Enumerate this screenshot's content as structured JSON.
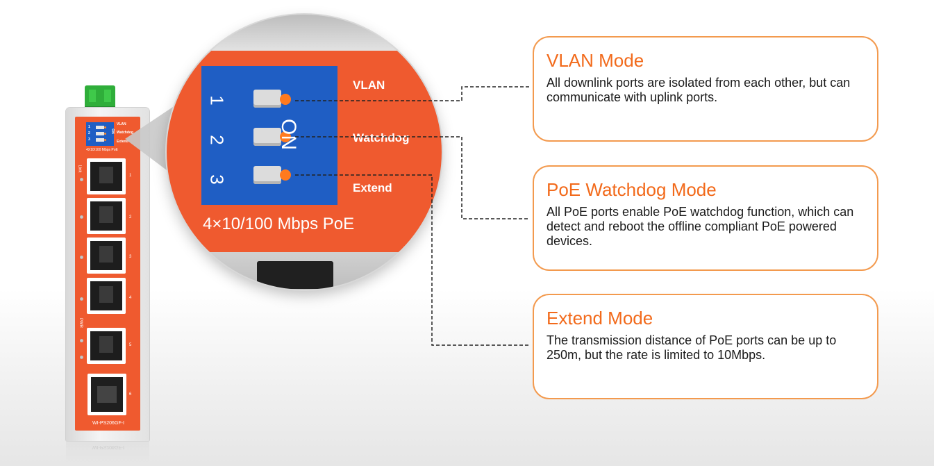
{
  "device": {
    "model_label": "WI-PS206GF-I",
    "mini_dip_labels": [
      "VLAN",
      "Watchdog",
      "Extend"
    ],
    "mini_dip_numbers": [
      "1",
      "2",
      "3"
    ],
    "mini_on": "ON",
    "speed_label": "4X10/100 Mbps PoE",
    "link_label": "Link",
    "pwr_label": "PWR",
    "port_numbers": [
      "1",
      "2",
      "3",
      "4",
      "5",
      "6"
    ]
  },
  "magnifier": {
    "dip_numbers": [
      "1",
      "2",
      "3"
    ],
    "on_label": "ON",
    "mode_labels": [
      "VLAN",
      "Watchdog",
      "Extend"
    ],
    "speed_label": "4×10/100 Mbps PoE"
  },
  "callouts": [
    {
      "title": "VLAN Mode",
      "body": "All downlink ports are isolated from each other, but can communicate with uplink ports."
    },
    {
      "title": "PoE Watchdog Mode",
      "body": "All PoE ports enable PoE watchdog function, which can detect and reboot the offline compliant PoE powered devices."
    },
    {
      "title": "Extend Mode",
      "body": "The transmission distance of PoE ports can be up to 250m, but the rate is limited to 10Mbps."
    }
  ],
  "colors": {
    "accent_orange": "#f26a1b",
    "panel_orange": "#ef5a2f",
    "dip_blue": "#1f5ec4",
    "callout_border": "#f39a4e"
  }
}
